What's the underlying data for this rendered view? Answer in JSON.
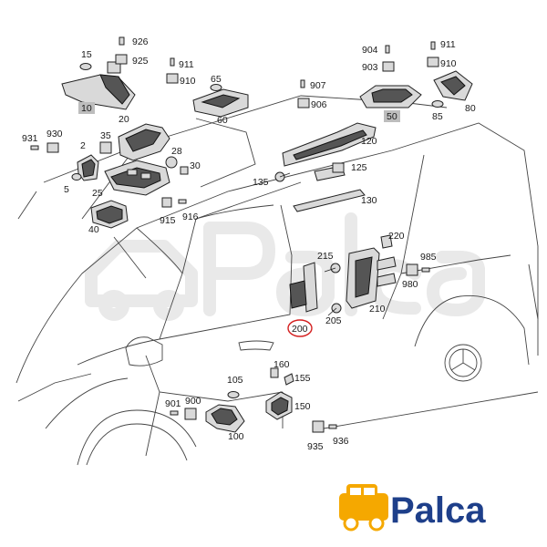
{
  "callouts": [
    {
      "id": "926",
      "text": "926"
    },
    {
      "id": "925",
      "text": "925"
    },
    {
      "id": "15",
      "text": "15"
    },
    {
      "id": "10",
      "text": "10",
      "boxed": true
    },
    {
      "id": "911a",
      "text": "911"
    },
    {
      "id": "910a",
      "text": "910"
    },
    {
      "id": "65",
      "text": "65"
    },
    {
      "id": "60",
      "text": "60"
    },
    {
      "id": "907",
      "text": "907"
    },
    {
      "id": "906",
      "text": "906"
    },
    {
      "id": "904",
      "text": "904"
    },
    {
      "id": "903",
      "text": "903"
    },
    {
      "id": "50",
      "text": "50",
      "boxed": true
    },
    {
      "id": "911b",
      "text": "911"
    },
    {
      "id": "910b",
      "text": "910"
    },
    {
      "id": "85",
      "text": "85"
    },
    {
      "id": "80",
      "text": "80"
    },
    {
      "id": "931",
      "text": "931"
    },
    {
      "id": "930",
      "text": "930"
    },
    {
      "id": "20",
      "text": "20"
    },
    {
      "id": "35",
      "text": "35"
    },
    {
      "id": "2",
      "text": "2"
    },
    {
      "id": "28",
      "text": "28"
    },
    {
      "id": "30",
      "text": "30"
    },
    {
      "id": "5",
      "text": "5"
    },
    {
      "id": "25",
      "text": "25"
    },
    {
      "id": "120",
      "text": "120"
    },
    {
      "id": "125",
      "text": "125"
    },
    {
      "id": "135",
      "text": "135"
    },
    {
      "id": "130",
      "text": "130"
    },
    {
      "id": "915",
      "text": "915"
    },
    {
      "id": "916",
      "text": "916"
    },
    {
      "id": "40",
      "text": "40"
    },
    {
      "id": "220",
      "text": "220"
    },
    {
      "id": "215",
      "text": "215"
    },
    {
      "id": "985",
      "text": "985"
    },
    {
      "id": "980",
      "text": "980"
    },
    {
      "id": "210",
      "text": "210"
    },
    {
      "id": "205",
      "text": "205"
    },
    {
      "id": "200",
      "text": "200",
      "highlighted": true
    },
    {
      "id": "160",
      "text": "160"
    },
    {
      "id": "105",
      "text": "105"
    },
    {
      "id": "155",
      "text": "155"
    },
    {
      "id": "901",
      "text": "901"
    },
    {
      "id": "900",
      "text": "900"
    },
    {
      "id": "150",
      "text": "150"
    },
    {
      "id": "100",
      "text": "100"
    },
    {
      "id": "935",
      "text": "935"
    },
    {
      "id": "936",
      "text": "936"
    }
  ],
  "highlight_color": "#d42020",
  "logo": {
    "text": "Palca",
    "brand_color": "#1e3f8a",
    "accent_color": "#f5a800"
  }
}
